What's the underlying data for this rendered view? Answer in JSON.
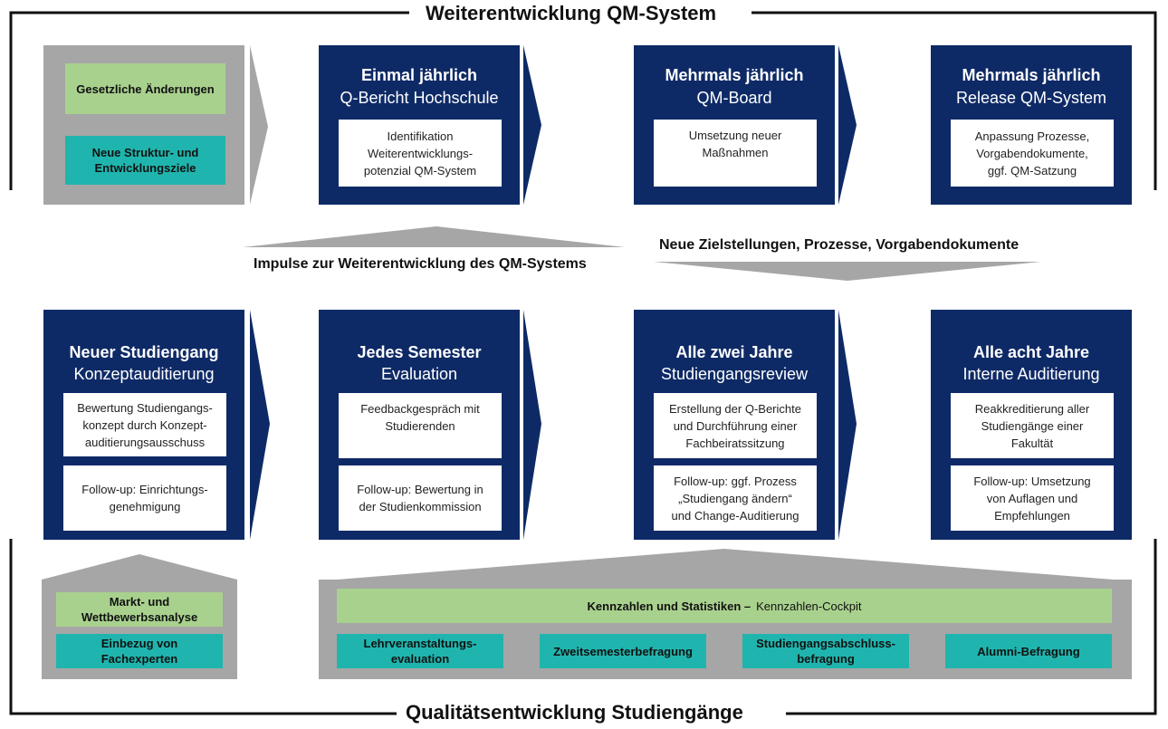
{
  "top_title": "Weiterentwicklung QM-System",
  "bottom_title": "Qualitätsentwicklung Studiengänge",
  "colors": {
    "navy": "#0e2a66",
    "gray": "#a6a6a6",
    "green": "#a9d18e",
    "teal": "#1fb5ae"
  },
  "top_inputs": {
    "green": "Gesetzliche Änderungen",
    "teal": "Neue Struktur- und\nEntwicklungsziele"
  },
  "top_stages": [
    {
      "freq": "Einmal jährlich",
      "name": "Q-Bericht Hochschule",
      "box": "Identifikation\nWeiterentwicklungs-\npotenzial QM-System"
    },
    {
      "freq": "Mehrmals jährlich",
      "name": "QM-Board",
      "box": "Umsetzung neuer\nMaßnahmen"
    },
    {
      "freq": "Mehrmals jährlich",
      "name": "Release QM-System",
      "box": "Anpassung Prozesse,\nVorgabendokumente,\nggf. QM-Satzung"
    }
  ],
  "middle": {
    "up_label": "Impulse zur Weiterentwicklung des QM-Systems",
    "down_label": "Neue Zielstellungen, Prozesse, Vorgabendokumente"
  },
  "bottom_stages": [
    {
      "freq": "Neuer Studiengang",
      "name": "Konzeptauditierung",
      "box1": "Bewertung Studiengangs-\nkonzept durch Konzept-\nauditierungsausschuss",
      "box2": "Follow-up: Einrichtungs-\ngenehmigung"
    },
    {
      "freq": "Jedes Semester",
      "name": "Evaluation",
      "box1": "Feedbackgespräch mit\nStudierenden",
      "box2": "Follow-up: Bewertung in\nder Studienkommission"
    },
    {
      "freq": "Alle zwei Jahre",
      "name": "Studiengangsreview",
      "box1": "Erstellung der Q-Berichte\nund Durchführung einer\nFachbeiratssitzung",
      "box2": "Follow-up: ggf. Prozess\n„Studiengang ändern“\nund Change-Auditierung"
    },
    {
      "freq": "Alle acht Jahre",
      "name": "Interne Auditierung",
      "box1": "Reakkreditierung aller\nStudiengänge einer\nFakultät",
      "box2": "Follow-up: Umsetzung\nvon Auflagen und\nEmpfehlungen"
    }
  ],
  "bottom_left": {
    "green": "Markt- und\nWettbewerbsanalyse",
    "teal": "Einbezug von\nFachexperten"
  },
  "kennzahlen": {
    "bold": "Kennzahlen und Statistiken –",
    "normal": "Kennzahlen-Cockpit",
    "items": [
      "Lehrveranstaltungs-\nevaluation",
      "Zweitsemesterbefragung",
      "Studiengangsabschluss-\nbefragung",
      "Alumni-Befragung"
    ]
  }
}
